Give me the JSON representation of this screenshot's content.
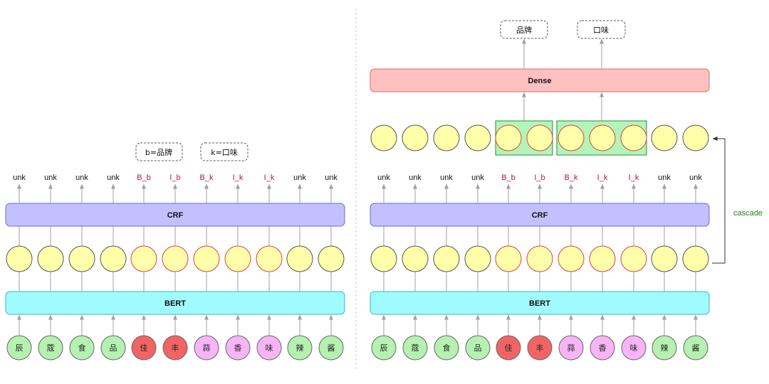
{
  "colors": {
    "background": "#ffffff",
    "arrow": "#a0a0a0",
    "hidden_fill": "#ffffaa",
    "hidden_stroke_normal": "#555555",
    "hidden_stroke_entity": "#e04040",
    "tag_normal": "#111111",
    "tag_entity": "#c0103a",
    "crf_fill": "#c3c0ff",
    "crf_stroke": "#6e6ad0",
    "bert_fill": "#9ffbff",
    "bert_stroke": "#3fb4bf",
    "dense_fill": "#ffc0c0",
    "dense_stroke": "#d46a6a",
    "highlight_fill": "#b2f5b8",
    "highlight_stroke": "#2e8b3e",
    "char_green": "#b5f1b0",
    "char_red": "#f26464",
    "char_pink": "#f7b4f7",
    "cascade": "#2e7d1e"
  },
  "characters": [
    {
      "text": "辰",
      "kind": "green"
    },
    {
      "text": "蔻",
      "kind": "green"
    },
    {
      "text": "食",
      "kind": "green"
    },
    {
      "text": "品",
      "kind": "green"
    },
    {
      "text": "佳",
      "kind": "red"
    },
    {
      "text": "丰",
      "kind": "red"
    },
    {
      "text": "蒜",
      "kind": "pink"
    },
    {
      "text": "香",
      "kind": "pink"
    },
    {
      "text": "味",
      "kind": "pink"
    },
    {
      "text": "辣",
      "kind": "green"
    },
    {
      "text": "酱",
      "kind": "green"
    }
  ],
  "tags": [
    {
      "text": "unk",
      "entity": false
    },
    {
      "text": "unk",
      "entity": false
    },
    {
      "text": "unk",
      "entity": false
    },
    {
      "text": "unk",
      "entity": false
    },
    {
      "text": "B_b",
      "entity": true
    },
    {
      "text": "I_b",
      "entity": true
    },
    {
      "text": "B_k",
      "entity": true
    },
    {
      "text": "I_k",
      "entity": true
    },
    {
      "text": "I_k",
      "entity": true
    },
    {
      "text": "unk",
      "entity": false
    },
    {
      "text": "unk",
      "entity": false
    }
  ],
  "left_panel": {
    "bert_label": "BERT",
    "crf_label": "CRF",
    "notes": [
      "b=品牌",
      "k=口味"
    ]
  },
  "right_panel": {
    "bert_label": "BERT",
    "crf_label": "CRF",
    "dense_label": "Dense",
    "outputs": [
      "品牌",
      "口味"
    ],
    "cascade_label": "cascade"
  }
}
